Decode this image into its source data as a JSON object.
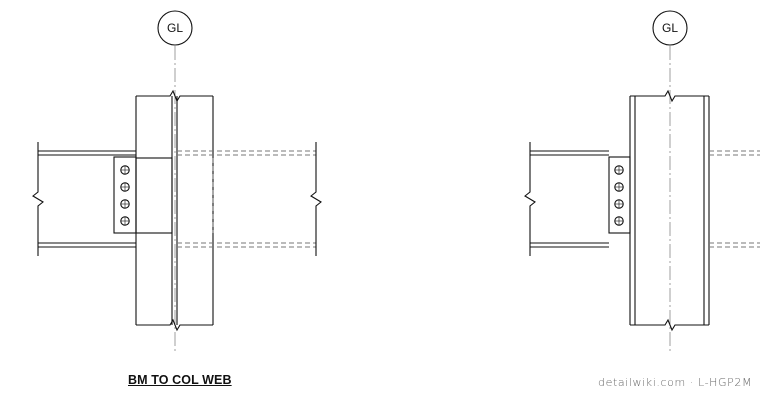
{
  "detail_title": "BM TO COL WEB",
  "gridlines": [
    {
      "label": "GL"
    },
    {
      "label": "GL"
    }
  ],
  "watermark": "detailwiki.com · L-HGP2M",
  "bolts_per_plate": 4,
  "colors": {
    "line": "#111111",
    "hidden": "#888888",
    "watermark": "#666666"
  }
}
